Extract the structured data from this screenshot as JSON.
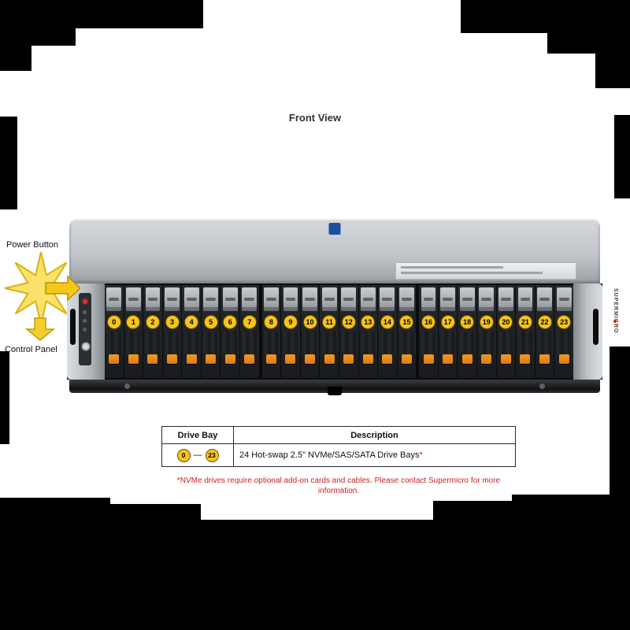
{
  "title": "Front View",
  "callouts": {
    "top_label": "Power Button",
    "bottom_label": "Control Panel"
  },
  "server": {
    "brand": "SUPERMICRO",
    "drive_numbers": [
      "0",
      "1",
      "2",
      "3",
      "4",
      "5",
      "6",
      "7",
      "8",
      "9",
      "10",
      "11",
      "12",
      "13",
      "14",
      "15",
      "16",
      "17",
      "18",
      "19",
      "20",
      "21",
      "22",
      "23"
    ]
  },
  "table": {
    "col_bay": "Drive Bay",
    "col_desc": "Description",
    "row": {
      "bay_start": "0",
      "bay_end": "23",
      "dash": "—",
      "description": "24 Hot-swap 2.5\" NVMe/SAS/SATA Drive Bays",
      "marker": "*"
    }
  },
  "footnote": "*NVMe drives require optional add-on cards and cables. Please contact Supermicro for more information.",
  "colors": {
    "badge_yellow": "#f6c51d",
    "latch_orange": "#ef8f1f",
    "accent_red": "#cc2222",
    "logo_blue": "#1d4fa1",
    "callout_yellow": "#f9e26a"
  }
}
